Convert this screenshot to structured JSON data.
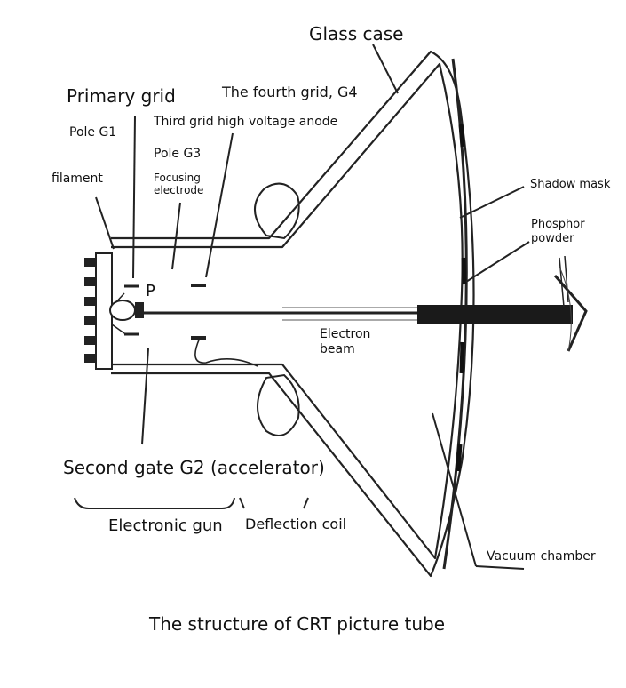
{
  "labels": {
    "glass_case": "Glass case",
    "primary_grid": "Primary grid",
    "fourth_grid": "The fourth grid, G4",
    "third_grid": "Third grid high voltage anode",
    "pole_g1": "Pole G1",
    "pole_g3": "Pole G3",
    "focusing_line1": "Focusing",
    "focusing_line2": "electrode",
    "filament": "filament",
    "p_marker": "P",
    "shadow_mask": "Shadow mask",
    "phosphor_line1": "Phosphor",
    "phosphor_line2": "powder",
    "electron_line1": "Electron",
    "electron_line2": "beam",
    "second_gate": "Second gate G2 (accelerator)",
    "electronic_gun": "Electronic gun",
    "deflection_coil": "Deflection coil",
    "vacuum_chamber": "Vacuum chamber"
  },
  "caption": "The structure of CRT picture tube"
}
